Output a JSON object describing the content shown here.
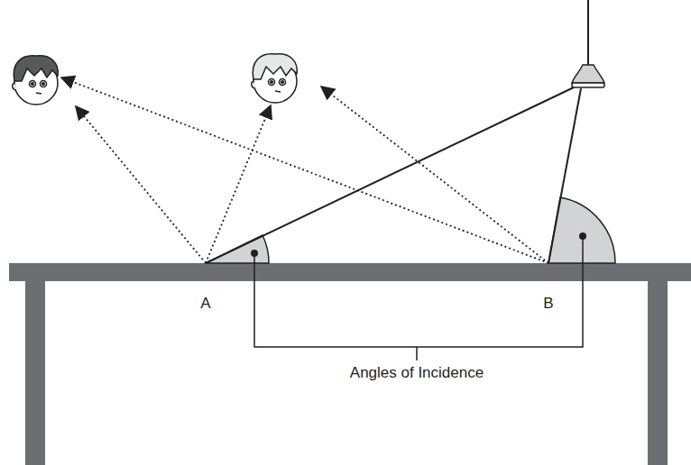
{
  "diagram": {
    "labels": [
      "A",
      "B",
      "Angles of Incidence"
    ]
  }
}
